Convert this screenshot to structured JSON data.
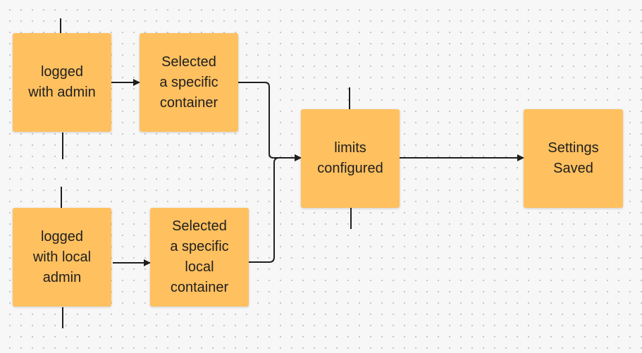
{
  "diagram": {
    "nodes": [
      {
        "id": "n1",
        "label": "logged\nwith admin"
      },
      {
        "id": "n2",
        "label": "Selected\na specific\ncontainer"
      },
      {
        "id": "n3",
        "label": "logged\nwith local\nadmin"
      },
      {
        "id": "n4",
        "label": "Selected\na specific\nlocal\ncontainer"
      },
      {
        "id": "n5",
        "label": "limits\nconfigured"
      },
      {
        "id": "n6",
        "label": "Settings\nSaved"
      }
    ],
    "edges": [
      {
        "from": "n1",
        "to": "n2"
      },
      {
        "from": "n3",
        "to": "n4"
      },
      {
        "from": "n2",
        "to": "n5"
      },
      {
        "from": "n4",
        "to": "n5"
      },
      {
        "from": "n5",
        "to": "n6"
      }
    ],
    "colors": {
      "sticky": "#ffc05f",
      "connector": "#1f1f1f",
      "background": "#f7f7f7"
    }
  }
}
